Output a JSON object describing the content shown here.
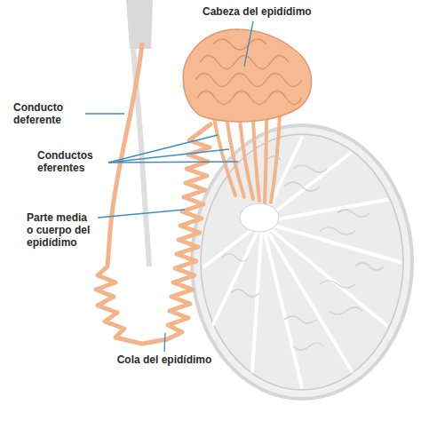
{
  "diagram": {
    "labels": [
      "Cabeza del epidídimo",
      "Conducto deferente",
      "Conductos eferentes",
      "Parte media o cuerpo del epidídimo",
      "Cola del epidídimo"
    ]
  }
}
